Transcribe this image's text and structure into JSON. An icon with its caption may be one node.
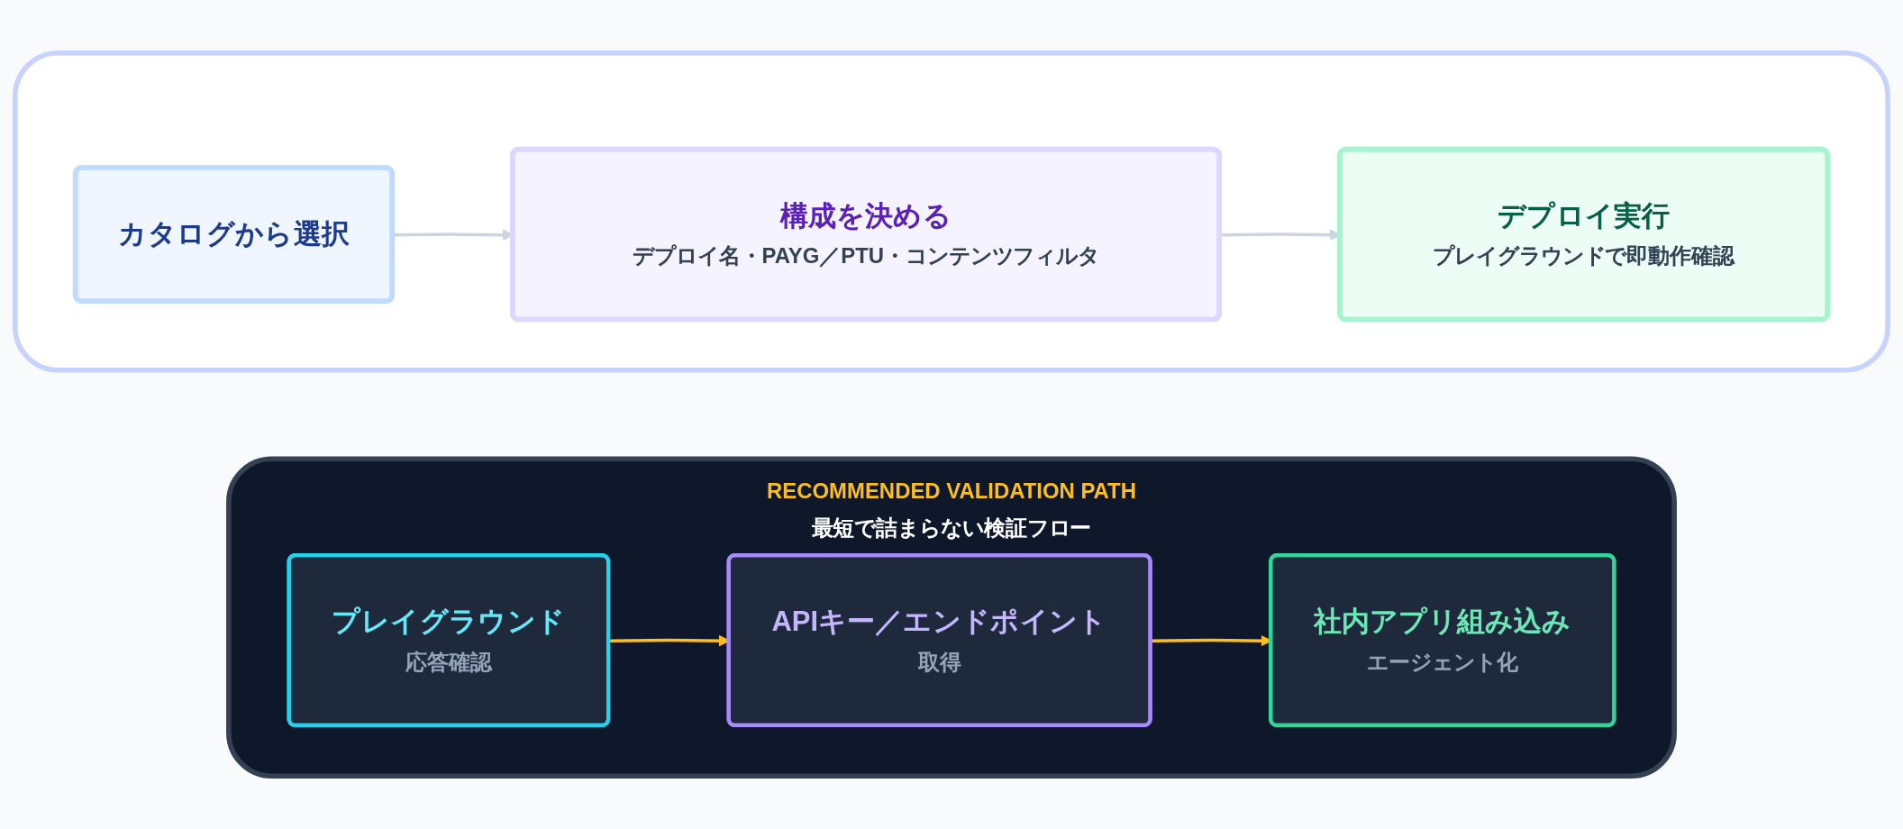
{
  "diagram": {
    "nodes": [
      {
        "text": [],
        "shape": "box"
      },
      {
        "text": [
          "カタログから選択"
        ],
        "in": 0
      },
      {
        "text": [
          "構成を決める",
          "デプロイ名・PAYG／PTU・コンテンツフィルタ"
        ],
        "in": 0
      },
      {
        "text": [
          "デプロイ実行",
          "プレイグラウンドで即動作確認"
        ],
        "in": 0
      },
      {
        "text": [
          "RECOMMENDED VALIDATION PATH",
          "最短で詰まらない検証フロー"
        ]
      },
      {
        "text": [
          "プレイグラウンド",
          "応答確認"
        ],
        "in": 4
      },
      {
        "text": [
          "APIキー／エンドポイント",
          "取得"
        ],
        "in": 4
      },
      {
        "text": [
          "社内アプリ組み込み",
          "エージェント化"
        ],
        "in": 4
      }
    ],
    "edges": [
      {
        "from": 1,
        "to": 2,
        "arrow": "to"
      },
      {
        "from": 2,
        "to": 3,
        "arrow": "to"
      },
      {
        "from": 5,
        "to": 6,
        "arrow": "to",
        "color": "#fbbf24"
      },
      {
        "from": 6,
        "to": 7,
        "arrow": "to",
        "color": "#fbbf24"
      }
    ]
  }
}
